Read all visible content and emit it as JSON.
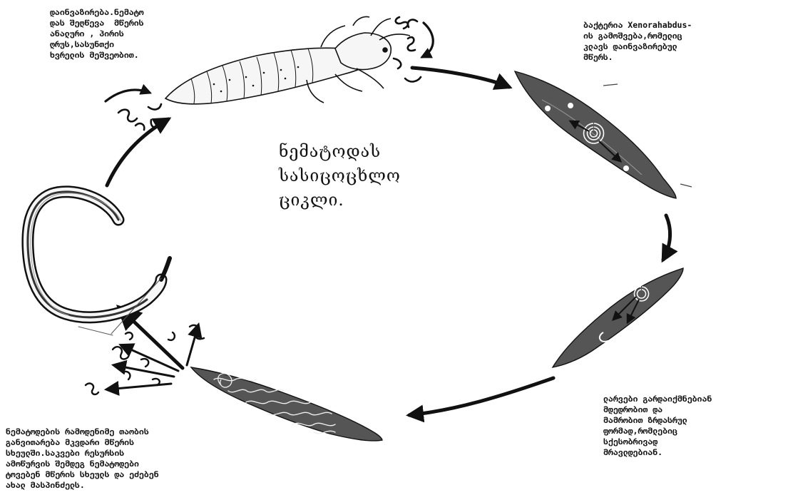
{
  "title": "ნემატოდას\nსასიცოცხლო\nციკლი.",
  "captions": {
    "top_left": "დაინვაზირება.ნემატო\nდას შეღწევა  მწერის\nანალური , პირის\nღრუს,სასუნთქი\nხვრელის მეშვეობით.",
    "top_right": "ბაქტერია Xenorahabdus-\nის გამოშვება,რომელიც\nკლავს დაინვაზირებულ\nმწერს.",
    "bottom_right": "ლარვები გარდაიქმნებიან\nმდედრობით და\nმამრობით ზრდასრულ\nფორმად,რომლებიც\nსქესობრივად\nმრავლდებიან.",
    "bottom_left": "ნემატოდების რამოდენიმე თაობის\nგანვითარება მკვდარი მწერის\nსხეულში.საკვები რესურსის\nამოწურვის შემდეგ ნემატოდები\nტოვებენ მწერის სხეულს და ეძებენ\nახალ მასპინძელს."
  },
  "colors": {
    "ink": "#111111",
    "body_fill": "#f6f6f6",
    "dark_fill": "#555555",
    "background": "#ffffff"
  },
  "stages": [
    "insect-host-with-entering-nematodes",
    "bacteria-release-in-host",
    "nematode-development-in-host",
    "nematodes-multiplying-in-cadaver",
    "infective-juvenile-nematode-enlarged"
  ]
}
